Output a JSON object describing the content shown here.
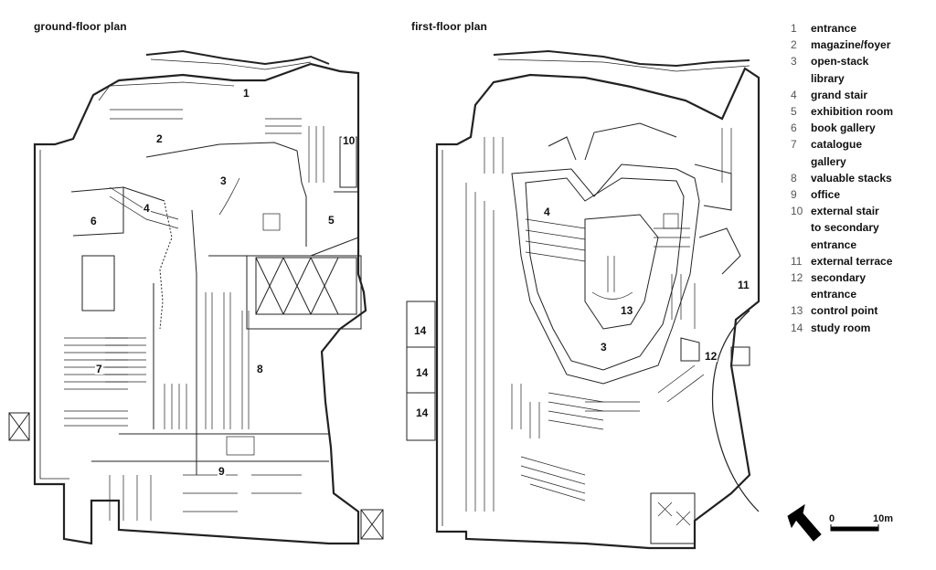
{
  "titles": {
    "ground": "ground-floor plan",
    "first": "first-floor plan"
  },
  "ground_labels": [
    "1",
    "2",
    "3",
    "4",
    "5",
    "6",
    "7",
    "8",
    "9",
    "10"
  ],
  "first_labels": [
    "3",
    "4",
    "11",
    "12",
    "13",
    "14",
    "14",
    "14"
  ],
  "legend": [
    {
      "num": "1",
      "lines": [
        "entrance"
      ]
    },
    {
      "num": "2",
      "lines": [
        "magazine/foyer"
      ]
    },
    {
      "num": "3",
      "lines": [
        "open-stack",
        "library"
      ]
    },
    {
      "num": "4",
      "lines": [
        "grand stair"
      ]
    },
    {
      "num": "5",
      "lines": [
        "exhibition room"
      ]
    },
    {
      "num": "6",
      "lines": [
        "book gallery"
      ]
    },
    {
      "num": "7",
      "lines": [
        "catalogue",
        "gallery"
      ]
    },
    {
      "num": "8",
      "lines": [
        "valuable stacks"
      ]
    },
    {
      "num": "9",
      "lines": [
        "office"
      ]
    },
    {
      "num": "10",
      "lines": [
        "external stair",
        "to secondary",
        "entrance"
      ]
    },
    {
      "num": "11",
      "lines": [
        "external terrace"
      ]
    },
    {
      "num": "12",
      "lines": [
        "secondary",
        "entrance"
      ]
    },
    {
      "num": "13",
      "lines": [
        "control point"
      ]
    },
    {
      "num": "14",
      "lines": [
        "study room"
      ]
    }
  ],
  "scale": {
    "start": "0",
    "end": "10m"
  },
  "icons": [
    "north-arrow-icon"
  ]
}
